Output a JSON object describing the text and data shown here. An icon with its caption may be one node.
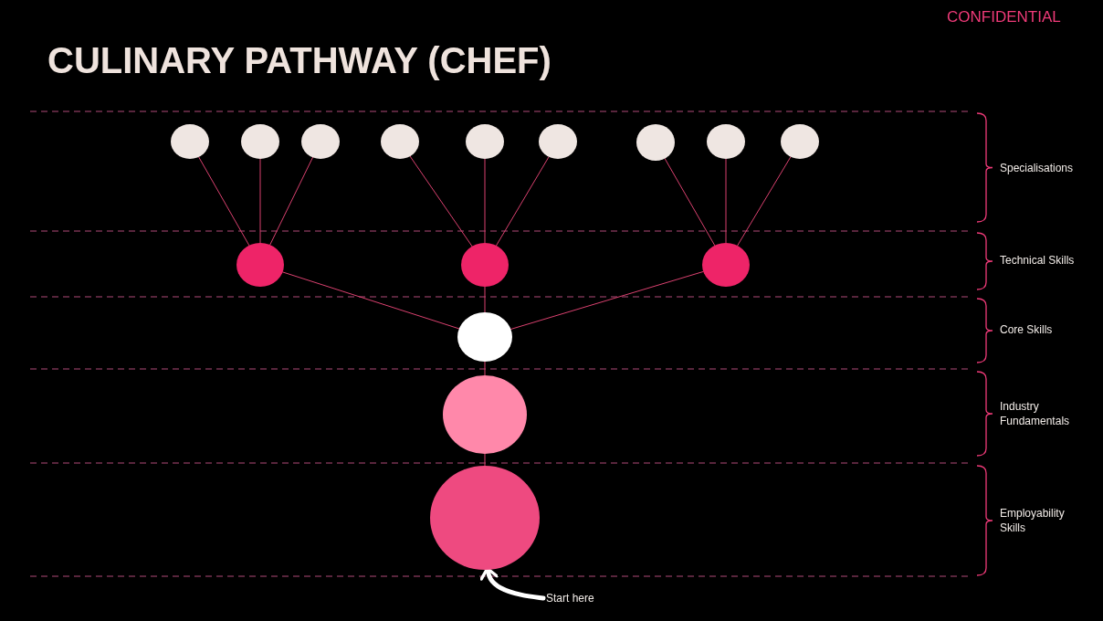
{
  "diagram": {
    "title": "CULINARY PATHWAY (CHEF)",
    "nodes": [
      {
        "text": [],
        "shape": "circle"
      },
      {
        "text": [],
        "shape": "circle"
      },
      {
        "text": [],
        "shape": "circle"
      },
      {
        "text": [],
        "shape": "circle"
      },
      {
        "text": [],
        "shape": "circle"
      },
      {
        "text": [],
        "shape": "circle"
      },
      {
        "text": [],
        "shape": "circle"
      },
      {
        "text": [],
        "shape": "circle"
      },
      {
        "text": [],
        "shape": "circle"
      },
      {
        "text": [],
        "shape": "circle"
      },
      {
        "text": [],
        "shape": "circle"
      },
      {
        "text": [],
        "shape": "circle"
      },
      {
        "text": [],
        "shape": "circle"
      },
      {
        "text": [],
        "shape": "circle"
      },
      {
        "text": [],
        "shape": "circle"
      },
      {
        "text": [
          "Start here"
        ]
      }
    ],
    "edges": [
      {
        "from": 0,
        "to": 9,
        "arrow": "none"
      },
      {
        "from": 1,
        "to": 9,
        "arrow": "none"
      },
      {
        "from": 2,
        "to": 9,
        "arrow": "none"
      },
      {
        "from": 3,
        "to": 10,
        "arrow": "none"
      },
      {
        "from": 4,
        "to": 10,
        "arrow": "none"
      },
      {
        "from": 5,
        "to": 10,
        "arrow": "none"
      },
      {
        "from": 6,
        "to": 11,
        "arrow": "none"
      },
      {
        "from": 7,
        "to": 11,
        "arrow": "none"
      },
      {
        "from": 8,
        "to": 11,
        "arrow": "none"
      },
      {
        "from": 9,
        "to": 12,
        "arrow": "none"
      },
      {
        "from": 10,
        "to": 12,
        "arrow": "none"
      },
      {
        "from": 11,
        "to": 12,
        "arrow": "none"
      },
      {
        "from": 12,
        "to": 13,
        "arrow": "none"
      },
      {
        "from": 13,
        "to": 14,
        "arrow": "none"
      },
      {
        "from": 15,
        "to": 14,
        "arrow": "to",
        "style": "thick",
        "color": "#ffffff"
      }
    ],
    "labels": [
      "CONFIDENTIAL",
      "Specialisations",
      "Technical Skills",
      "Core Skills",
      "Industry Fundamentals",
      "Employability Skills"
    ]
  }
}
